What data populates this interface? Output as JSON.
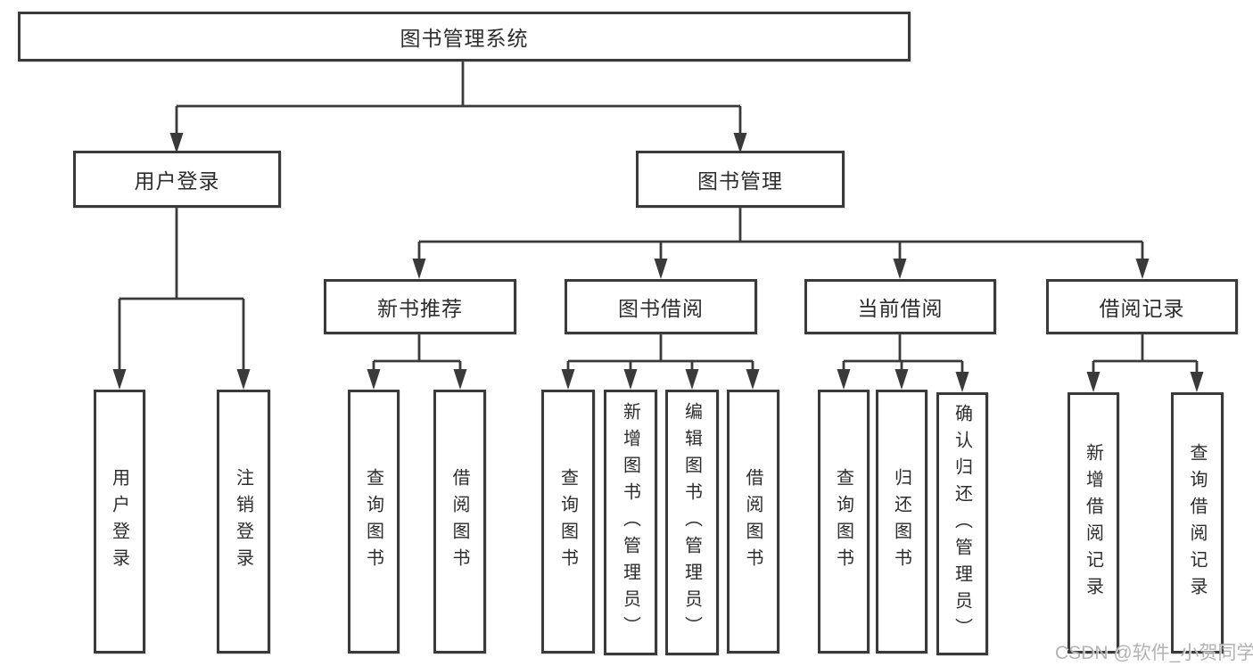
{
  "watermark": "CSDN @软件_小贺同学",
  "tree": {
    "root": {
      "label": "图书管理系统"
    },
    "branches": [
      {
        "label": "用户登录",
        "children": [
          {
            "label": "用户登录"
          },
          {
            "label": "注销登录"
          }
        ]
      },
      {
        "label": "图书管理",
        "children": [
          {
            "label": "新书推荐",
            "children": [
              {
                "label": "查询图书"
              },
              {
                "label": "借阅图书"
              }
            ]
          },
          {
            "label": "图书借阅",
            "children": [
              {
                "label": "查询图书"
              },
              {
                "label": "新增图书（管理员）"
              },
              {
                "label": "编辑图书（管理员）"
              },
              {
                "label": "借阅图书"
              }
            ]
          },
          {
            "label": "当前借阅",
            "children": [
              {
                "label": "查询图书"
              },
              {
                "label": "归还图书"
              },
              {
                "label": "确认归还（管理员）"
              }
            ]
          },
          {
            "label": "借阅记录",
            "children": [
              {
                "label": "新增借阅记录"
              },
              {
                "label": "查询借阅记录"
              }
            ]
          }
        ]
      }
    ]
  },
  "colors": {
    "line": "#3a3a3a",
    "text": "#2d2d2d",
    "watermark_gray": "#ababab",
    "background": "#ffffff"
  }
}
